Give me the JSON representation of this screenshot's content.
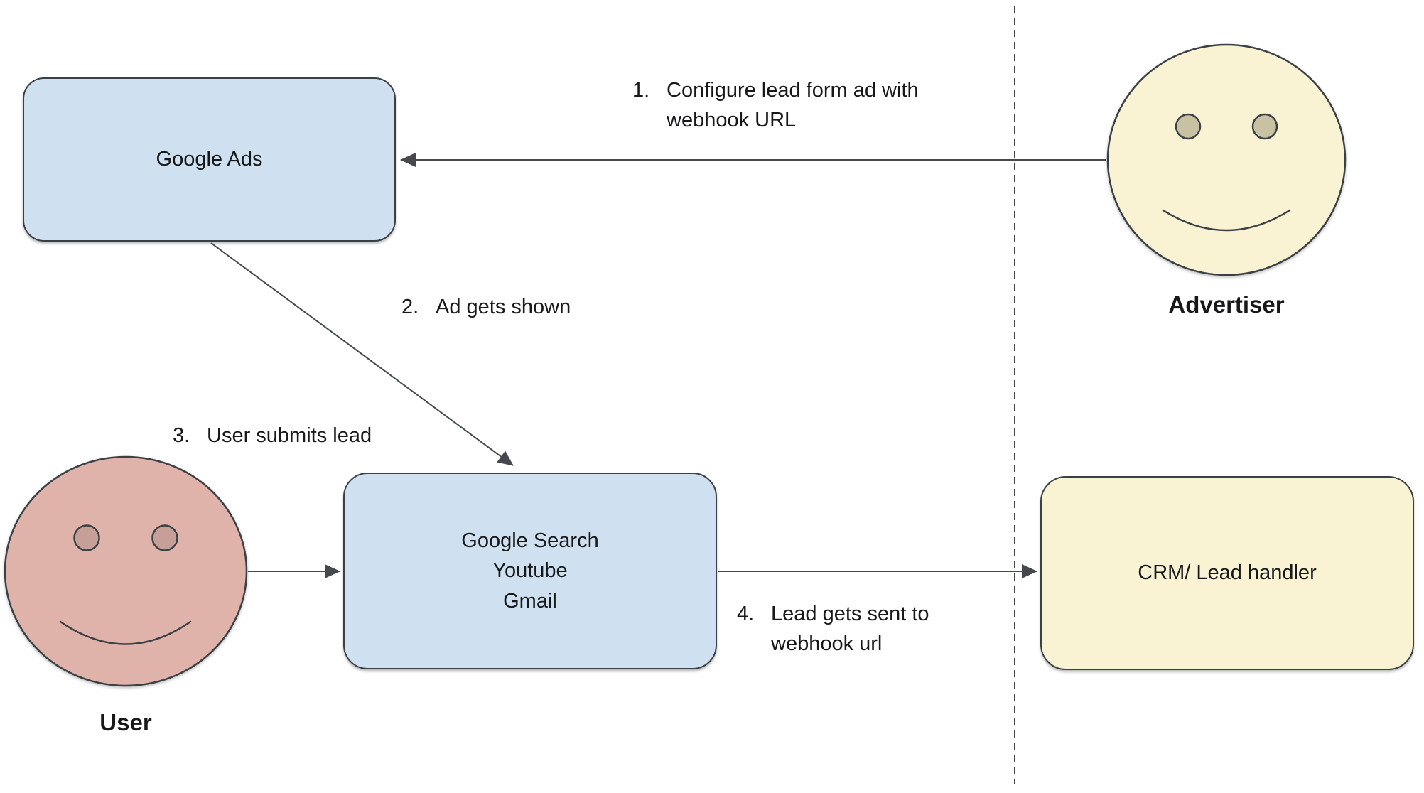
{
  "nodes": {
    "google_ads": {
      "label": "Google Ads"
    },
    "google_surfaces": {
      "label": "Google Search\nYoutube\nGmail"
    },
    "crm": {
      "label": "CRM/ Lead handler"
    },
    "advertiser": {
      "label": "Advertiser"
    },
    "user": {
      "label": "User"
    }
  },
  "steps": [
    {
      "num": "1.",
      "text": "Configure lead form ad with\nwebhook URL"
    },
    {
      "num": "2.",
      "text": "Ad gets shown"
    },
    {
      "num": "3.",
      "text": "User submits lead"
    },
    {
      "num": "4.",
      "text": "Lead gets sent to\nwebhook url"
    }
  ],
  "colors": {
    "box_blue": "#cfe0f0",
    "box_cream": "#faf3d3",
    "face_pink": "#dfb3a9",
    "eye_olive": "#c8c1a3",
    "eye_pink": "#c6a098",
    "stroke": "#3b4045",
    "line": "#45494d",
    "text": "#17181a"
  }
}
